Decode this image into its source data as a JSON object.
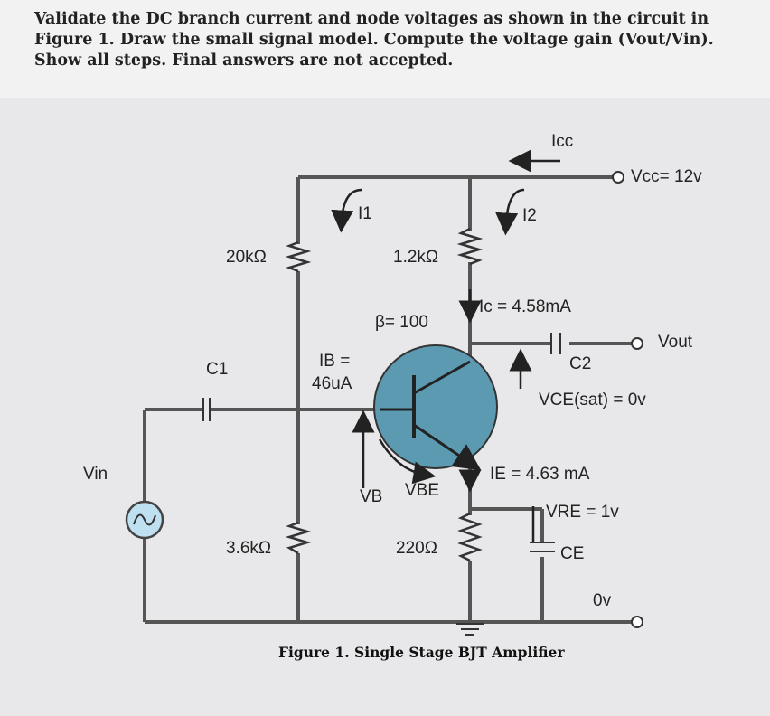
{
  "question": {
    "text": "Validate the DC branch current and node voltages as shown in the circuit in Figure 1. Draw the small signal model. Compute the voltage gain (Vout/Vin). Show all steps. Final answers are not accepted."
  },
  "circuit": {
    "caption": "Figure 1. Single Stage BJT Amplifier",
    "labels": {
      "icc": "Icc",
      "vcc": "Vcc= 12v",
      "i1": "I1",
      "i2": "I2",
      "r1": "20kΩ",
      "rc": "1.2kΩ",
      "ic": "Ic = 4.58mA",
      "beta": "β= 100",
      "vout": "Vout",
      "c1": "C1",
      "c2": "C2",
      "ib1": "IB =",
      "ib2": "46uA",
      "vce": "VCE(sat) = 0v",
      "vin": "Vin",
      "ie": "IE = 4.63 mA",
      "vbe": "VBE",
      "vb": "VB",
      "vre": "VRE = 1v",
      "r2": "3.6kΩ",
      "re": "220Ω",
      "ce": "CE",
      "zero": "0v"
    },
    "colors": {
      "transistor_fill": "#5b9ab1",
      "wire": "#555555"
    }
  }
}
